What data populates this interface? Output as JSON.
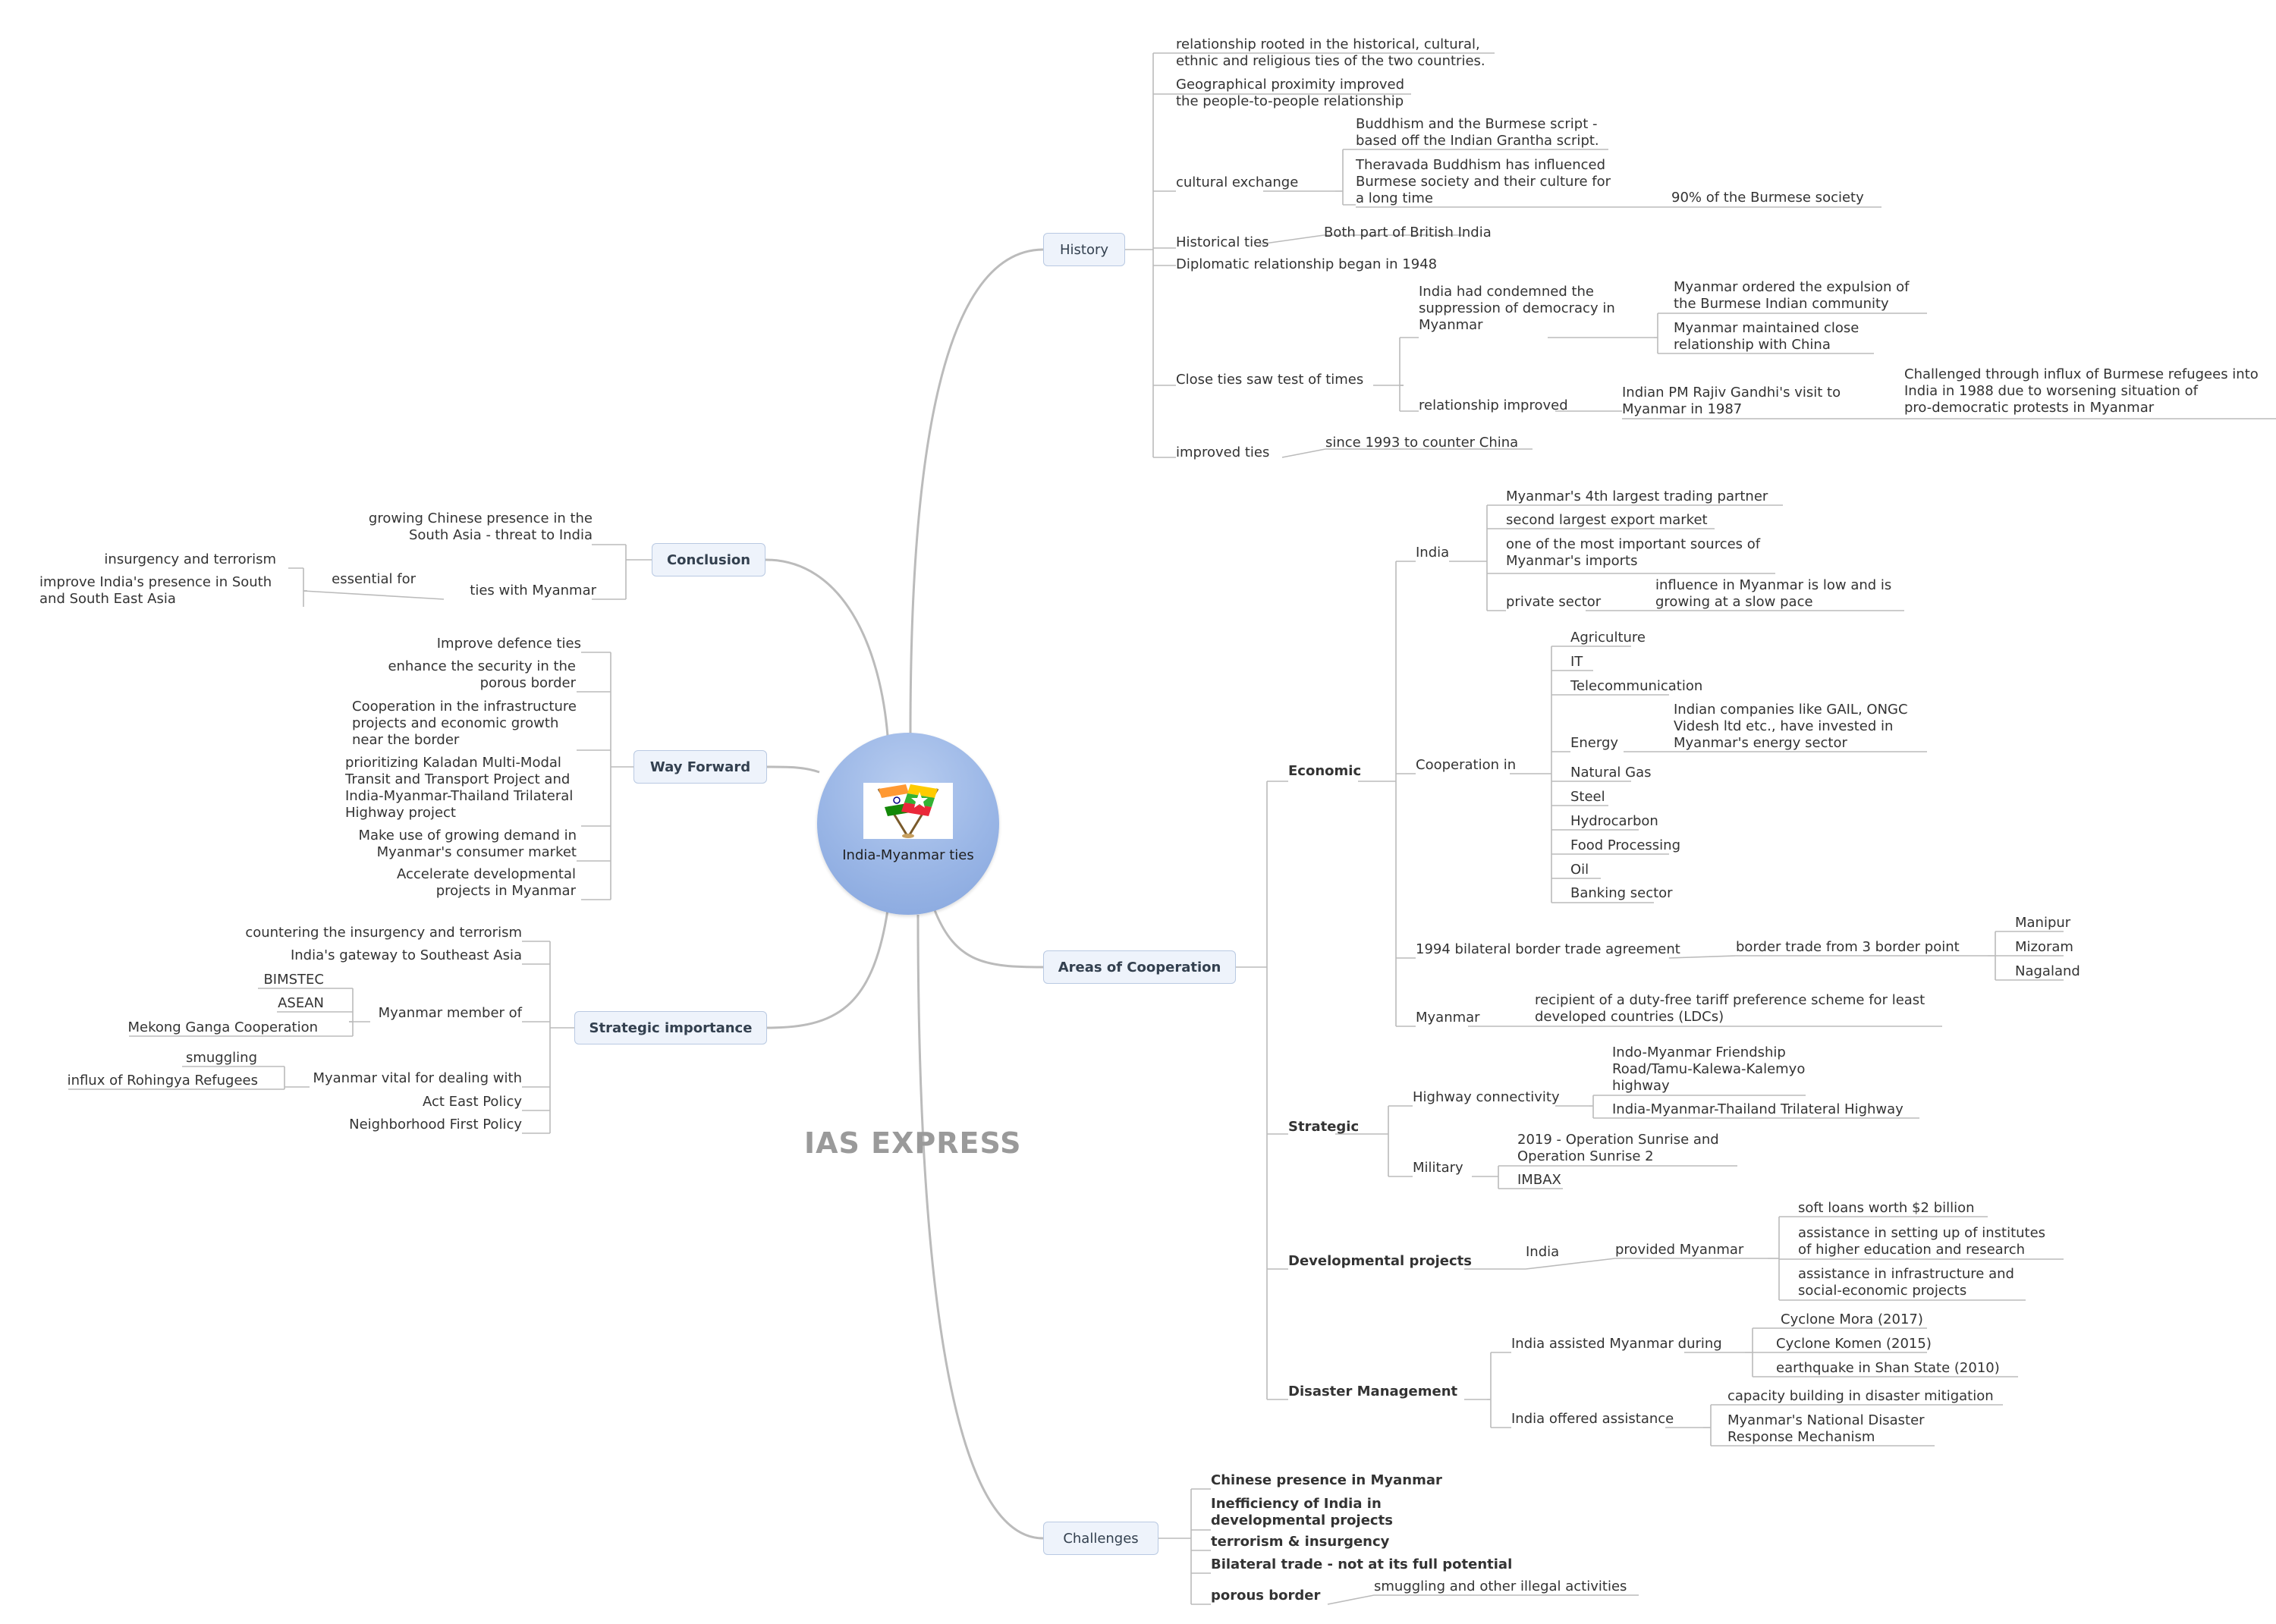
{
  "central": {
    "label": "India-Myanmar ties",
    "icon": "india-myanmar-flags-icon"
  },
  "watermark": "IAS EXPRESS",
  "branches": {
    "history": "History",
    "areas": "Areas of Cooperation",
    "challenges": "Challenges",
    "conclusion": "Conclusion",
    "way_forward": "Way Forward",
    "strategic_importance": "Strategic importance"
  },
  "history": {
    "rooted": "relationship rooted in the historical, cultural,\nethnic and religious ties of the two countries.",
    "proximity": "Geographical proximity improved\nthe people-to-people relationship",
    "cultural": "cultural exchange",
    "buddhism_script": "Buddhism and the Burmese script -\nbased off the Indian Grantha script.",
    "theravada": "Theravada Buddhism has influenced\nBurmese society and their culture for\na long time",
    "ninety": "90% of the Burmese society",
    "historical": "Historical ties",
    "british": "Both part of British India",
    "diplomatic": "Diplomatic relationship began in 1948",
    "close_ties": "Close ties saw test of times",
    "condemned": "India had condemned the\nsuppression of democracy in\nMyanmar",
    "expulsion": "Myanmar ordered the expulsion of\nthe Burmese Indian community",
    "china_rel": "Myanmar maintained close\nrelationship with China",
    "rel_improved": "relationship improved",
    "rajiv": "Indian PM Rajiv Gandhi's visit to\nMyanmar in 1987",
    "refugees": "Challenged through influx of Burmese refugees into\nIndia in 1988 due to worsening situation of\npro-democratic protests in Myanmar",
    "improved_ties": "improved ties",
    "since1993": "since 1993 to counter China"
  },
  "areas": {
    "economic": "Economic",
    "india": "India",
    "fourth": "Myanmar's 4th largest trading partner",
    "second_export": "second largest export market",
    "imports": "one of the most important sources of\nMyanmar's imports",
    "private": "private sector",
    "influence": "influence in Myanmar is low and is\ngrowing at a slow pace",
    "coop_in": "Cooperation in",
    "agri": "Agriculture",
    "it": "IT",
    "telecom": "Telecommunication",
    "energy": "Energy",
    "gail": "Indian companies like GAIL, ONGC\nVidesh ltd etc., have invested in\nMyanmar's energy sector",
    "gas": "Natural Gas",
    "steel": "Steel",
    "hydro": "Hydrocarbon",
    "food": "Food Processing",
    "oil": "Oil",
    "banking": "Banking sector",
    "border1994": "1994 bilateral border trade agreement",
    "border3": "border trade from 3 border point",
    "manipur": "Manipur",
    "mizoram": "Mizoram",
    "nagaland": "Nagaland",
    "myanmar": "Myanmar",
    "dutyfree": "recipient of a duty-free tariff preference scheme for least\ndeveloped countries (LDCs)",
    "strategic": "Strategic",
    "highway": "Highway connectivity",
    "friendship": "Indo-Myanmar Friendship\nRoad/Tamu-Kalewa-Kalemyo\nhighway",
    "trilateral": "India-Myanmar-Thailand Trilateral Highway",
    "military": "Military",
    "sunrise": "2019 - Operation Sunrise and\nOperation Sunrise 2",
    "imbax": "IMBAX",
    "developmental": "Developmental projects",
    "dev_india": "India",
    "provided": "provided Myanmar",
    "loans": "soft loans worth $2 billion",
    "institutes": "assistance in setting up of institutes\nof higher education and research",
    "infra": "assistance in infrastructure and\nsocial-economic projects",
    "disaster": "Disaster Management",
    "assisted": "India assisted Myanmar during",
    "mora": "Cyclone Mora (2017)",
    "komen": "Cyclone Komen (2015)",
    "shan": "earthquake in Shan State (2010)",
    "offered": "India offered assistance",
    "capacity": "capacity building in disaster mitigation",
    "ndrm": "Myanmar's National Disaster\nResponse Mechanism"
  },
  "challenges": {
    "chinese": "Chinese presence in Myanmar",
    "inefficiency": "Inefficiency of India in\ndevelopmental projects",
    "terrorism": "terrorism & insurgency",
    "bilateral": "Bilateral trade - not at its full potential",
    "porous": "porous border",
    "smuggling": "smuggling and other illegal activities"
  },
  "conclusion": {
    "chinese": "growing Chinese presence in the\nSouth Asia - threat to India",
    "ties": "ties with Myanmar",
    "essential": "essential for",
    "insurgency": "insurgency and terrorism",
    "presence": "improve India's presence in South\nand South East Asia"
  },
  "way_forward": {
    "defence": "Improve defence ties",
    "security": "enhance the security in the\nporous border",
    "infra": "Cooperation in the infrastructure\nprojects and economic growth\nnear the border",
    "kaladan": "prioritizing Kaladan Multi-Modal\nTransit and Transport Project and\nIndia-Myanmar-Thailand Trilateral\nHighway project",
    "demand": "Make use of growing demand in\nMyanmar's consumer market",
    "accelerate": "Accelerate developmental\nprojects in Myanmar"
  },
  "strategic_importance": {
    "countering": "countering the insurgency and terrorism",
    "gateway": "India's gateway to Southeast Asia",
    "member": "Myanmar member of",
    "bimstec": "BIMSTEC",
    "asean": "ASEAN",
    "mekong": "Mekong Ganga Cooperation",
    "vital": "Myanmar vital for dealing with",
    "smuggling": "smuggling",
    "rohingya": "influx of Rohingya Refugees",
    "act_east": "Act East Policy",
    "neighborhood": "Neighborhood First Policy"
  },
  "colors": {
    "connector": "#bbbbbb",
    "branch_fill": "#eef3fb",
    "branch_border": "#b9c9e2",
    "center": "#9ab6e6",
    "text": "#333333",
    "watermark": "#9a9a9a"
  }
}
